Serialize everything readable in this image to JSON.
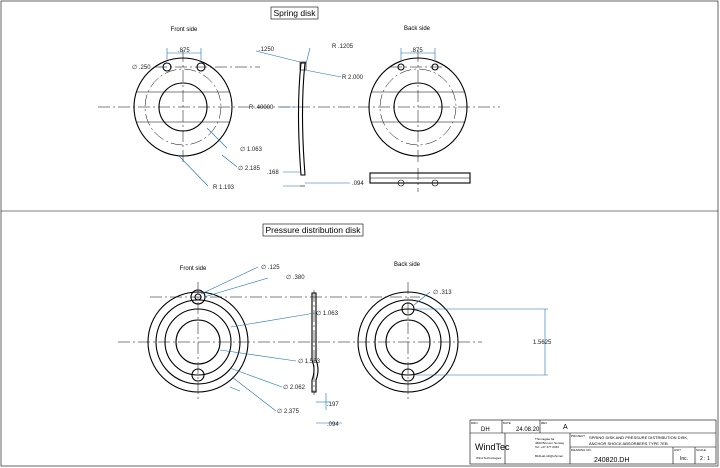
{
  "sections": {
    "spring": {
      "title": "Spring disk",
      "front_label": "Front side",
      "back_label": "Back side",
      "dims": {
        "hole_dia": "∅ .250",
        "spacing_front": ".875",
        "spacing_back": ".875",
        "inner_dia": "∅ 1.063",
        "outer_dia": "∅ 2.185",
        "radius_outer": "R 1.193",
        "thk1": ".1250",
        "r_small": "R .1205",
        "r_large": "R 2.000",
        "r_mid": "R .40000",
        "h1": ".168",
        "h2": ".094"
      }
    },
    "pressure": {
      "title": "Pressure distribution disk",
      "front_label": "Front side",
      "back_label": "Back side",
      "dims": {
        "d125": "∅ .125",
        "d380": "∅ .380",
        "d063": "∅ 1.063",
        "d1563": "∅ 1.563",
        "d2062": "∅ 2.062",
        "d2375": "∅ 2.375",
        "d313": "∅ .313",
        "h15625": "1.5625",
        "t197": ".197",
        "t094": ".094"
      }
    }
  },
  "title_block": {
    "company": "WindTec",
    "company_sub": "Wind Technologies",
    "address1": "Thomagate 6a",
    "address2": "4600 Brummr Norway",
    "address3": "Tel: +47 377 0463",
    "email": "BirdLab.idz@ohmnet",
    "project_label": "PROJECT",
    "project_line1": "SPRING DISK AND PRESSURE DISTRIBUTION DISK,",
    "project_line2": "ANCHOR SHOCK ABSORBERS TYPE 7EB",
    "drawn_label": "DRN",
    "drawn": "DH",
    "date_label": "DATE",
    "date": "24.08.20",
    "rev_label": "REV.",
    "rev": "A",
    "drawing_no_label": "DRAWING NO.",
    "drawing_no": "240820.DH",
    "unit_label": "UNIT",
    "unit": "Inc.",
    "scale_label": "SCALE",
    "scale": "2 : 1"
  }
}
